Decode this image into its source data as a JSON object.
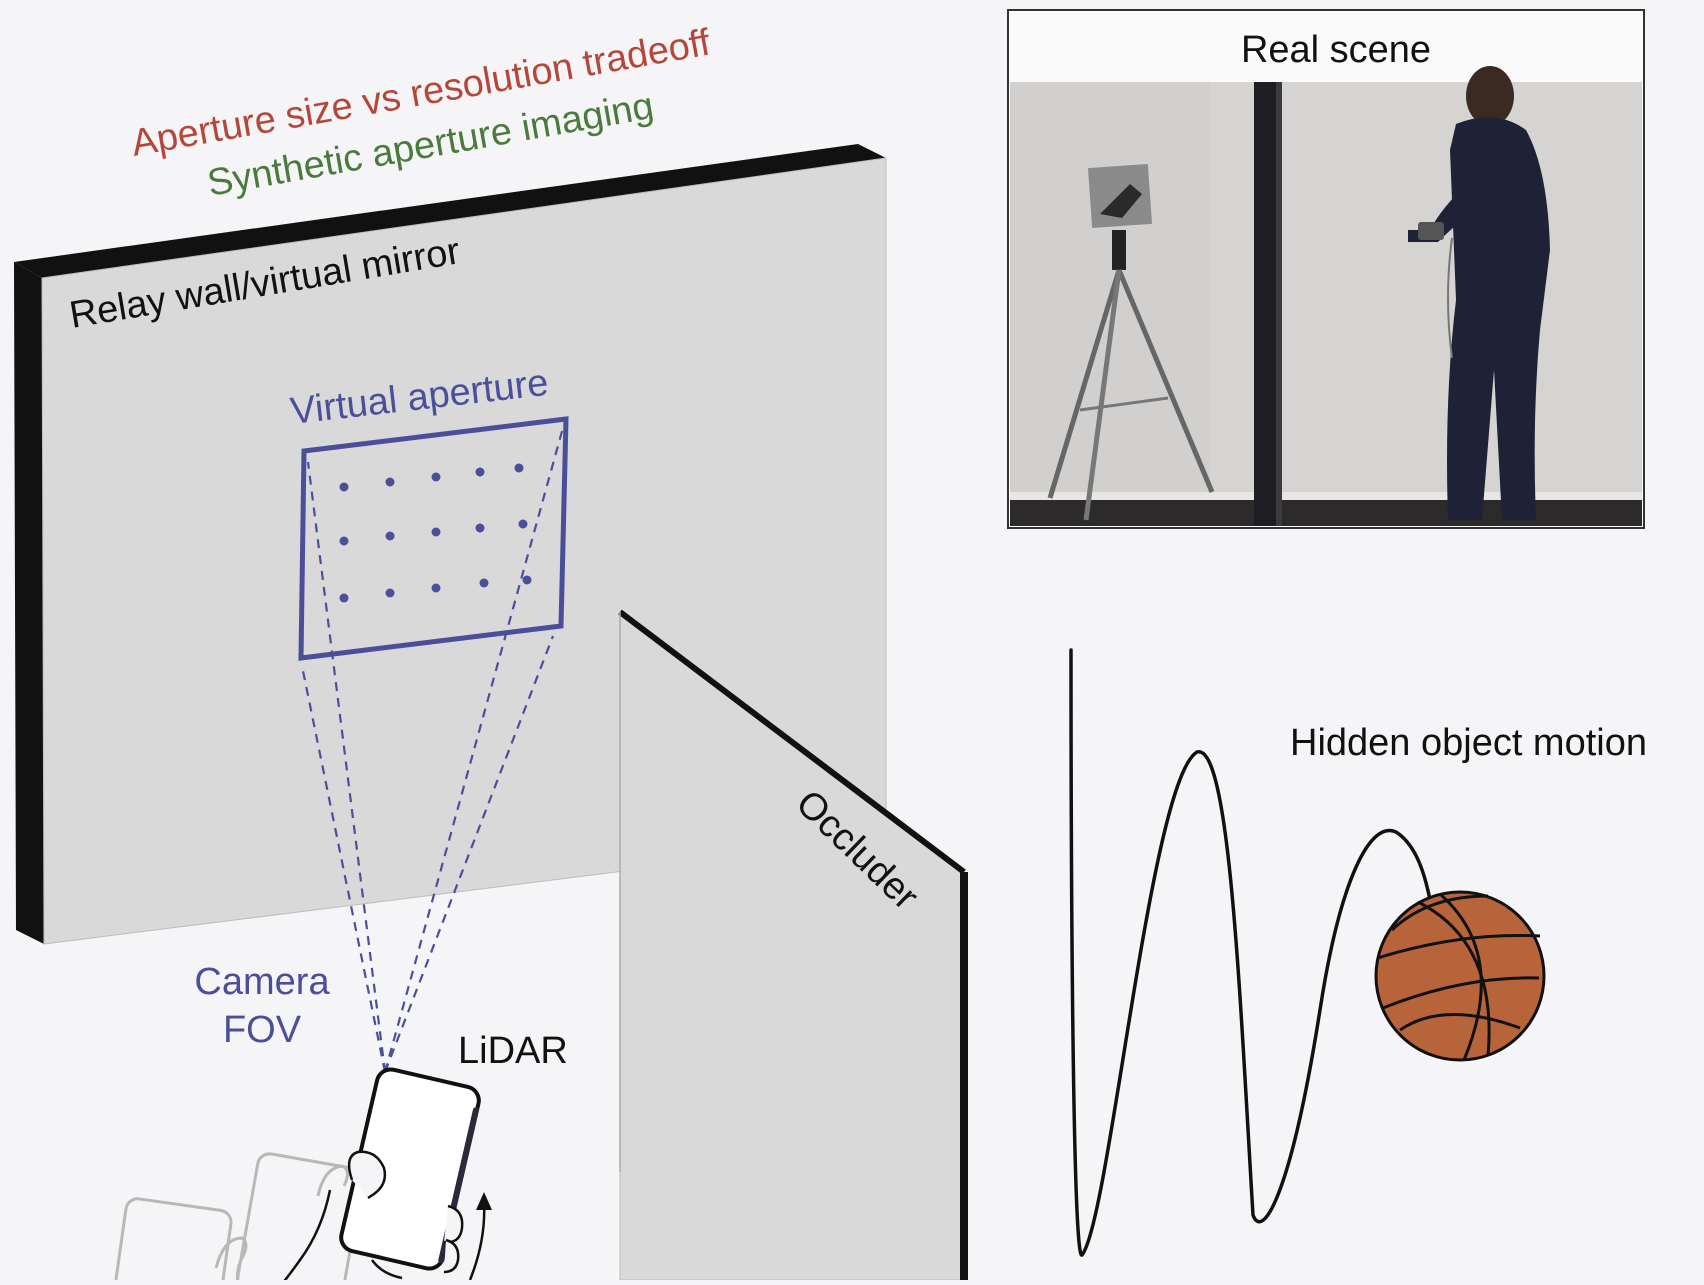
{
  "labels": {
    "tradeoff": "Aperture size vs resolution tradeoff",
    "synthetic": "Synthetic aperture imaging",
    "relay_wall": "Relay wall/virtual mirror",
    "virtual_aperture": "Virtual aperture",
    "occluder": "Occluder",
    "camera_fov_line1": "Camera",
    "camera_fov_line2": "FOV",
    "lidar": "LiDAR",
    "hidden_motion": "Hidden object motion",
    "real_scene": "Real scene"
  },
  "colors": {
    "background": "#f5f5f7",
    "tradeoff_red": "#b5473a",
    "synthetic_green": "#4a7a3c",
    "aperture_blue": "#4b4f9a",
    "wall_face": "#d9d9d9",
    "wall_edge": "#111111",
    "ball_orange": "#b8643a"
  },
  "icons": {
    "phone": "smartphone-icon",
    "hand": "hand-icon",
    "ball": "basketball-icon",
    "arrow": "curved-arrow-icon"
  }
}
